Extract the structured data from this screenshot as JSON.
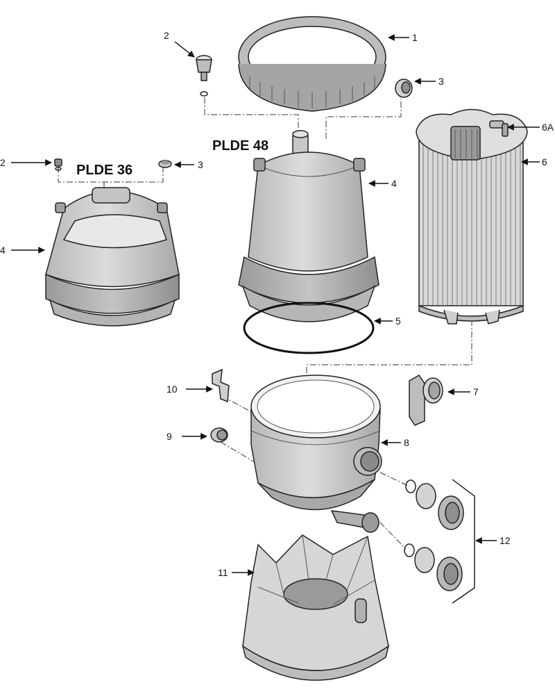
{
  "models": {
    "left": "PLDE 36",
    "center": "PLDE 48"
  },
  "callouts": {
    "c1": "1",
    "c2_top": "2",
    "c3_top": "3",
    "c6a": "6A",
    "c2_left": "2",
    "c3_left": "3",
    "c6": "6",
    "c4_center": "4",
    "c4_left": "4",
    "c5": "5",
    "c10": "10",
    "c7": "7",
    "c9": "9",
    "c8": "8",
    "c12": "12",
    "c11": "11"
  },
  "colors": {
    "part_fill": "#cfcfcf",
    "part_shade": "#a9a9a9",
    "part_light": "#e6e6e6",
    "outline": "#222222"
  }
}
